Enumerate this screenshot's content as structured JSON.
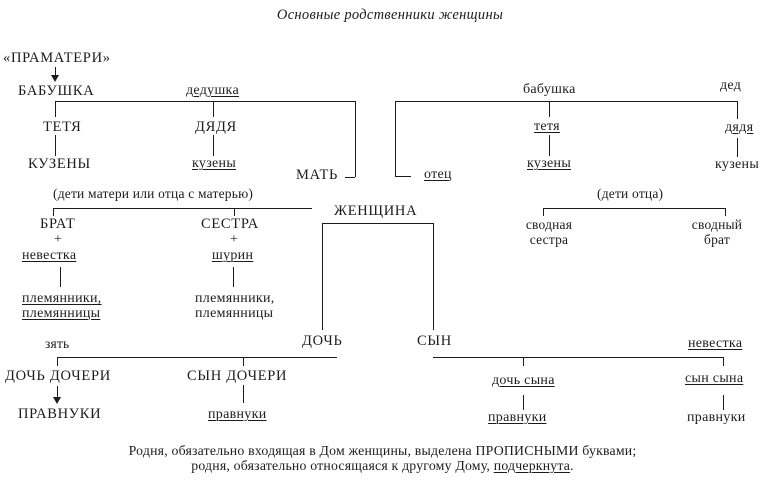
{
  "title": "Основные родственники женщины",
  "nodes": {
    "foremothers": "«ПРАМАТЕРИ»",
    "grandmother_maternal": "БАБУШКА",
    "grandfather_maternal": "дедушка",
    "grandmother_paternal": "бабушка",
    "grandfather_paternal": "дед",
    "aunt_maternal": "ТЕТЯ",
    "uncle_maternal": "ДЯДЯ",
    "cousins_maternal_aunt": "КУЗЕНЫ",
    "cousins_maternal_uncle": "кузены",
    "mother": "МАТЬ",
    "father": "отец",
    "aunt_paternal": "тетя",
    "uncle_paternal": "дядя",
    "cousins_paternal_aunt": "кузены",
    "cousins_paternal_uncle": "кузены",
    "note_mothers_children": "(дети матери или отца с матерью)",
    "note_fathers_children": "(дети отца)",
    "brother": "БРАТ",
    "plus": "+",
    "brothers_wife": "невестка",
    "sister": "СЕСТРА",
    "sisters_husband": "шурин",
    "nephews": "племянники,",
    "nieces": "племянницы",
    "woman": "ЖЕНЩИНА",
    "half_sister_line1": "сводная",
    "half_sister_line2": "сестра",
    "half_brother_line1": "сводный",
    "half_brother_line2": "брат",
    "daughter": "ДОЧЬ",
    "son": "СЫН",
    "son_in_law": "зять",
    "daughter_in_law": "невестка",
    "daughters_daughter": "ДОЧЬ ДОЧЕРИ",
    "daughters_son": "СЫН ДОЧЕРИ",
    "sons_daughter": "дочь сына",
    "sons_son": "сын сына",
    "great_grandchildren_caps": "ПРАВНУКИ",
    "great_grandchildren": "правнуки"
  },
  "footer": {
    "line1": "Родня, обязательно входящая в Дом женщины, выделена ПРОПИСНЫМИ буквами;",
    "line2_prefix": "родня, обязательно относящаяся к другому  Дому, ",
    "line2_underlined": "подчеркнута",
    "line2_suffix": "."
  },
  "colors": {
    "ink": "#1c1c1c",
    "background": "#ffffff"
  }
}
